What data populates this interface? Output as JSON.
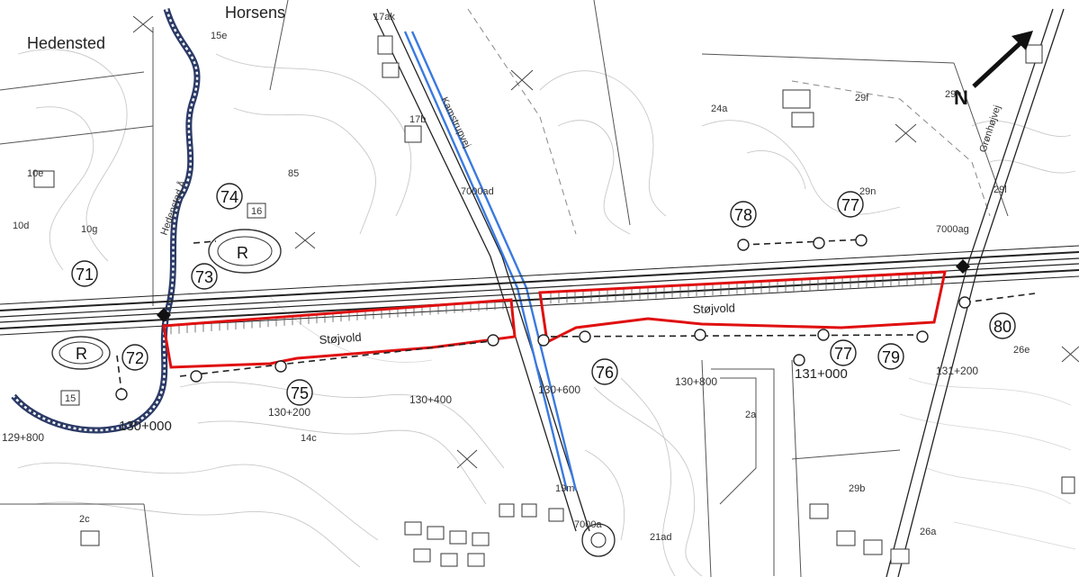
{
  "places": {
    "hedensted": "Hedensted",
    "horsens": "Horsens",
    "north": "N"
  },
  "stations": {
    "s130_000": "130+000",
    "s130_200": "130+200",
    "s130_400": "130+400",
    "s130_600": "130+600",
    "s130_800": "130+800",
    "s131_000": "131+000",
    "s131_200": "131+200",
    "s129_800": "129+800"
  },
  "markers": [
    "71",
    "72",
    "73",
    "74",
    "75",
    "76",
    "77",
    "78",
    "77",
    "79",
    "80"
  ],
  "symbols": {
    "r1": "R",
    "r2": "R",
    "box16": "16",
    "box15": "15"
  },
  "walls": {
    "left": "Støjvold",
    "right": "Støjvold"
  },
  "roads": {
    "kamstrupvej": "Kamstrupvej",
    "gronhøjvej": "Grønhøjvej",
    "hedensted_a": "Hedensted Å"
  },
  "parcels": {
    "p85": "85",
    "p10g": "10g",
    "p10e": "10e",
    "p10d": "10d",
    "p14c": "14c",
    "p15e": "15e",
    "p17b": "17b",
    "p17ak": "17ak",
    "p29f": "29f",
    "p29h": "29h",
    "p29n": "29n",
    "p29l": "29l",
    "p24a": "24a",
    "p2a": "2a",
    "p2c": "2c",
    "p26e": "26e",
    "p29b": "29b",
    "p26a": "26a",
    "p21ad": "21ad",
    "p19m": "19m",
    "p7000ad": "7000ad",
    "p7000ag": "7000ag",
    "p7000a": "7000a"
  }
}
